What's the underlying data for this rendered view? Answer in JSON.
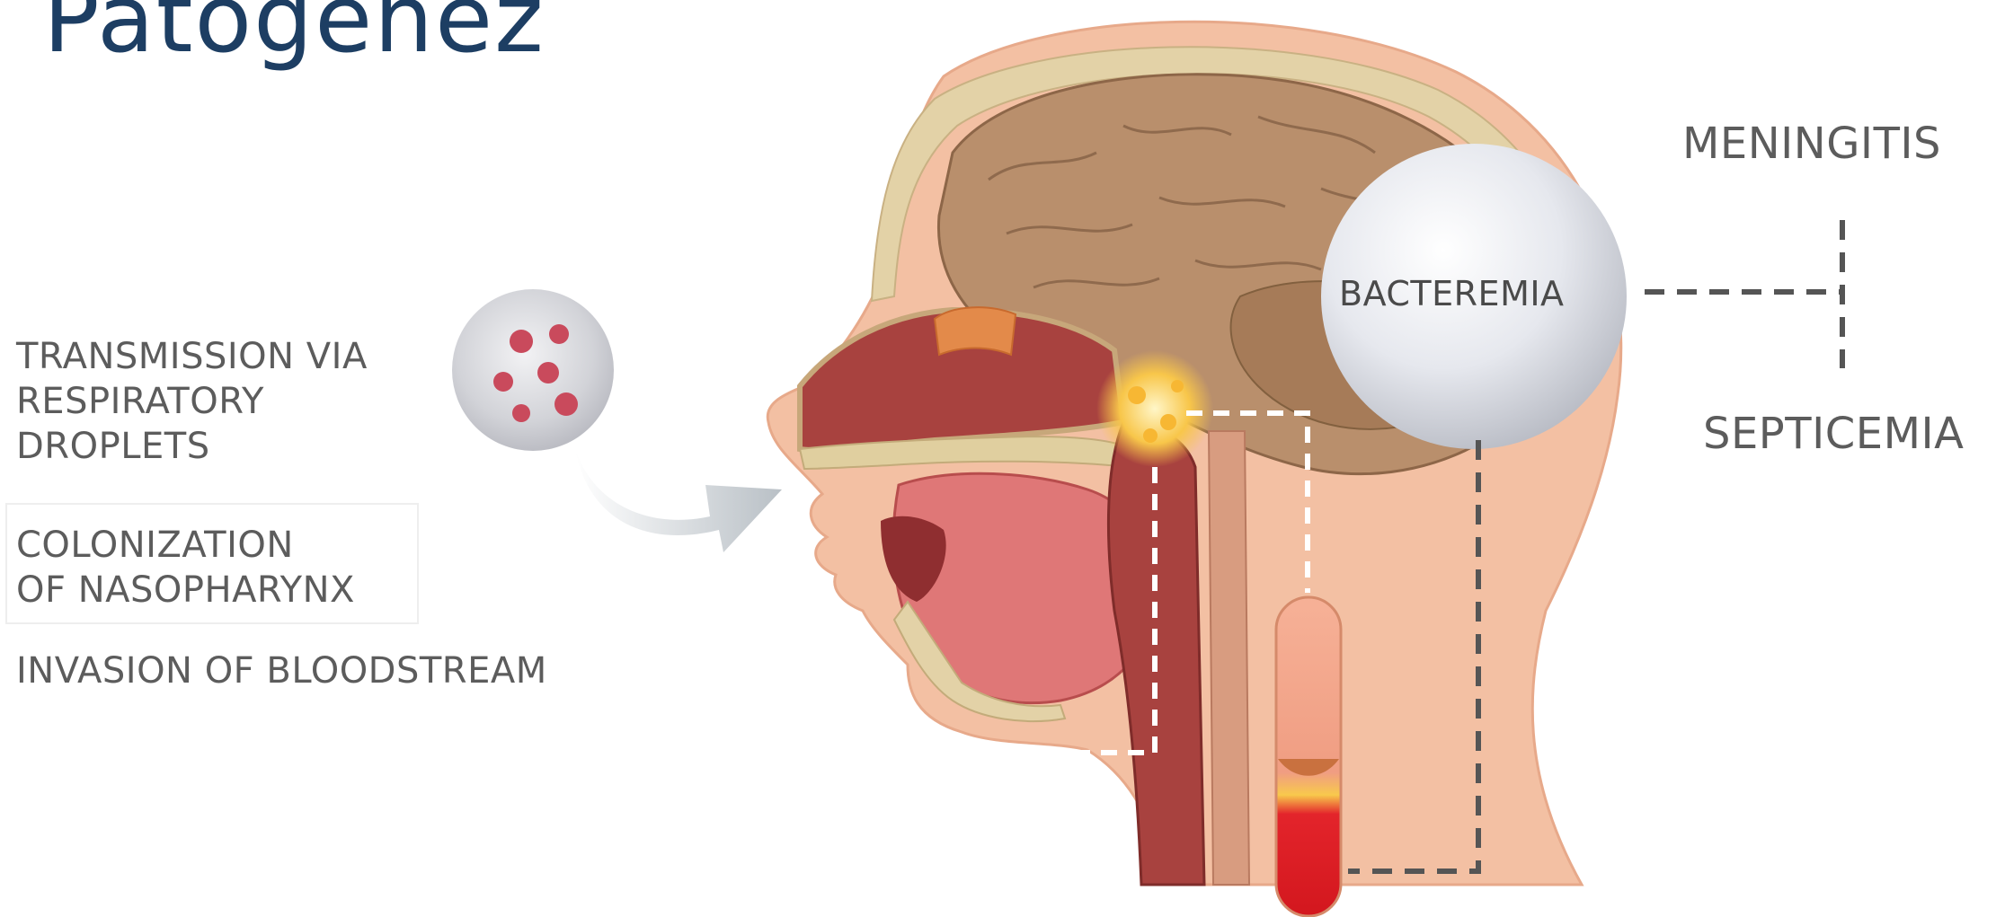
{
  "title": "Patogenez",
  "stages": {
    "transmission": [
      "TRANSMISSION VIA",
      "RESPIRATORY",
      "DROPLETS"
    ],
    "colonization": [
      "COLONIZATION",
      "OF NASOPHARYNX"
    ],
    "invasion": "INVASION OF BLOODSTREAM"
  },
  "bubble_label": "BACTEREMIA",
  "outcomes": {
    "top": "MENINGITIS",
    "bottom": "SEPTICEMIA"
  },
  "colors": {
    "title": "#1d3e63",
    "text": "#5c5c5c",
    "skin": "#f1b999",
    "brain": "#b08a6a",
    "tissue": "#a8423f",
    "blood": "#e3242b"
  }
}
